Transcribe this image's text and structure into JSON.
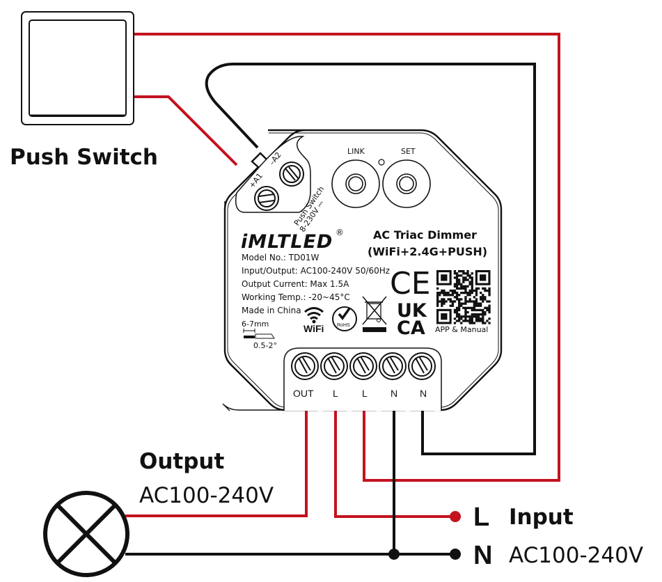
{
  "colors": {
    "live_wire": "#c4121f",
    "neutral_wire": "#111111",
    "background": "#ffffff"
  },
  "push_switch": {
    "label": "Push Switch"
  },
  "device": {
    "brand": "iMLTLED",
    "brand_mark": "®",
    "title_line1": "AC Triac Dimmer",
    "title_line2": "(WiFi+2.4G+PUSH)",
    "specs": [
      "Model No.: TD01W",
      "Input/Output: AC100-240V  50/60Hz",
      "Output Current: Max 1.5A",
      "Working Temp.: -20~45°C",
      "Made in China"
    ],
    "buttons": [
      {
        "label": "LINK"
      },
      {
        "label": "SET"
      }
    ],
    "push_terminals": {
      "a1_label": "+A1",
      "a2_label": "–A2",
      "caption_line1": "Push Switch",
      "caption_line2": "8-230V ⎓"
    },
    "strip": {
      "length_label": "6-7mm",
      "gauge_label": "0.5-2°"
    },
    "icons": {
      "wifi_label": "WiFi",
      "rohs_label": "RoHS",
      "ce_label": "CE",
      "uk_label": "UK",
      "ca_label": "CA",
      "qr_caption": "APP & Manual"
    },
    "terminals": [
      "OUT",
      "L",
      "L",
      "N",
      "N"
    ]
  },
  "output": {
    "title": "Output",
    "voltage": "AC100-240V"
  },
  "input": {
    "l_label": "L",
    "n_label": "N",
    "title": "Input",
    "voltage": "AC100-240V"
  }
}
